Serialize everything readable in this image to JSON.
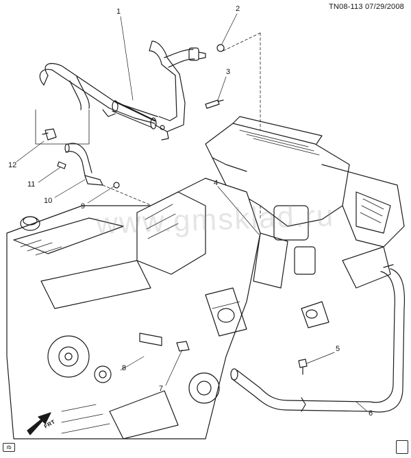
{
  "header": {
    "reference": "TN08-113  07/29/2008"
  },
  "callouts": [
    {
      "id": "1",
      "label": "1"
    },
    {
      "id": "2",
      "label": "2"
    },
    {
      "id": "3",
      "label": "3"
    },
    {
      "id": "4",
      "label": "4"
    },
    {
      "id": "5",
      "label": "5"
    },
    {
      "id": "6",
      "label": "6"
    },
    {
      "id": "7",
      "label": "7"
    },
    {
      "id": "8",
      "label": "8"
    },
    {
      "id": "9",
      "label": "9"
    },
    {
      "id": "10",
      "label": "10"
    },
    {
      "id": "11",
      "label": "11"
    },
    {
      "id": "12",
      "label": "12"
    }
  ],
  "corner_tag": "rb",
  "front_label": "FRT",
  "watermark": "www.gmsklad.ru",
  "colors": {
    "line": "#1a1a1a",
    "shade": "#bdbdbd",
    "fill": "#ffffff"
  }
}
